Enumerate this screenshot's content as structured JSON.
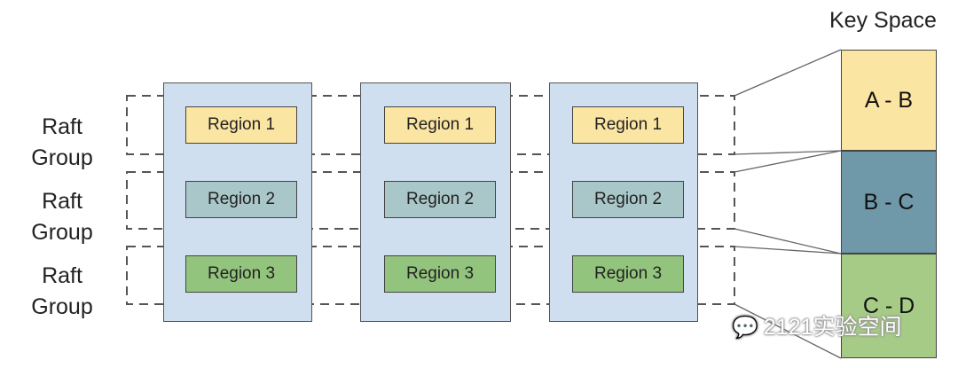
{
  "key_space": {
    "title": "Key Space",
    "ranges": [
      {
        "label": "A - B",
        "color": "#fbe5a2"
      },
      {
        "label": "B - C",
        "color": "#6f98a8"
      },
      {
        "label": "C - D",
        "color": "#a6cb86"
      }
    ]
  },
  "raft_groups": [
    {
      "line1": "Raft",
      "line2": "Group"
    },
    {
      "line1": "Raft",
      "line2": "Group"
    },
    {
      "line1": "Raft",
      "line2": "Group"
    }
  ],
  "nodes": [
    {
      "regions": [
        "Region 1",
        "Region 2",
        "Region 3"
      ]
    },
    {
      "regions": [
        "Region 1",
        "Region 2",
        "Region 3"
      ]
    },
    {
      "regions": [
        "Region 1",
        "Region 2",
        "Region 3"
      ]
    }
  ],
  "region_colors": [
    "#fbe5a2",
    "#a9c6c9",
    "#93c47d"
  ],
  "node_color": "#cfdff0",
  "watermark": {
    "text": "2121实验空间",
    "icon": "wechat-icon"
  }
}
